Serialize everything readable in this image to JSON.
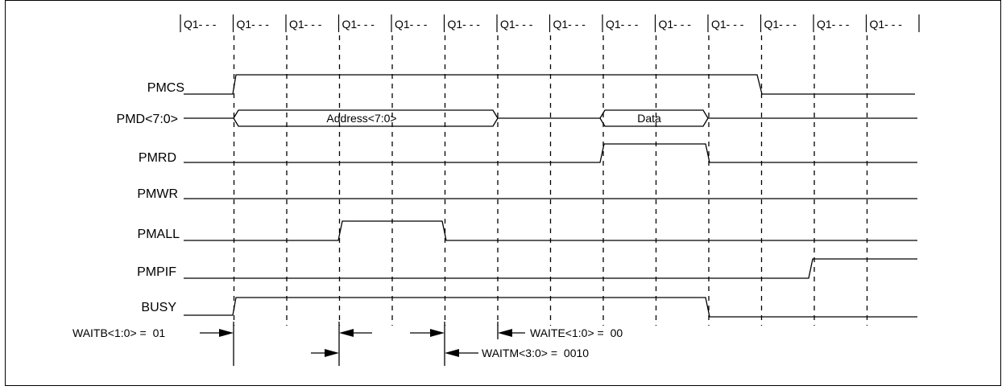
{
  "diagram": {
    "clock_label": "Q1- - -",
    "signals": [
      {
        "name": "PMCS"
      },
      {
        "name": "PMD<7:0>"
      },
      {
        "name": "PMRD"
      },
      {
        "name": "PMWR"
      },
      {
        "name": "PMALL"
      },
      {
        "name": "PMPIF"
      },
      {
        "name": "BUSY"
      }
    ],
    "bus_labels": {
      "address": "Address<7:0>",
      "data": "Data"
    },
    "annotations": {
      "waitb_name": "WAITB<1:0> =",
      "waitb_value": "01",
      "waite_name": "WAITE<1:0> =",
      "waite_value": "00",
      "waitm_name": "WAITM<3:0> =",
      "waitm_value": "0010"
    }
  }
}
